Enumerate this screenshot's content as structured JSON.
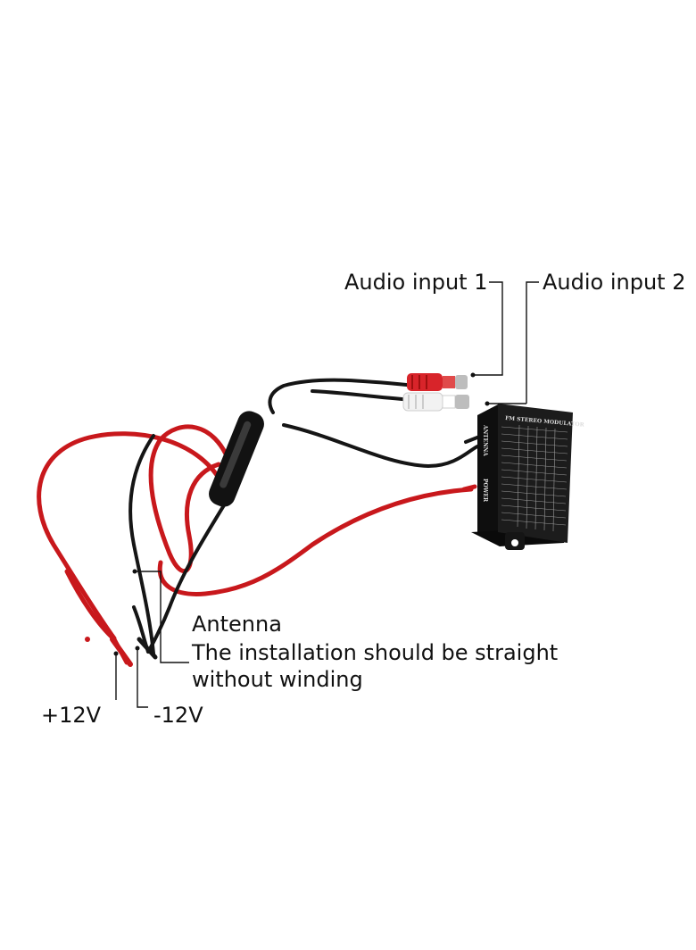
{
  "labels": {
    "audio_input_1": "Audio input 1",
    "audio_input_2": "Audio input 2",
    "antenna": "Antenna",
    "antenna_note_line1": "The installation should be straight",
    "antenna_note_line2": "without winding",
    "plus_12v": "+12V",
    "minus_12v": "-12V"
  },
  "device": {
    "title": "FM STEREO MODULATOR",
    "side_label_top": "ANTENNA",
    "side_label_bottom": "POWER"
  },
  "colors": {
    "wire_red": "#c8181c",
    "wire_black": "#151515",
    "rca_red": "#d8242a",
    "rca_white": "#f2f2f2",
    "device_body": "#1c1c1c"
  }
}
